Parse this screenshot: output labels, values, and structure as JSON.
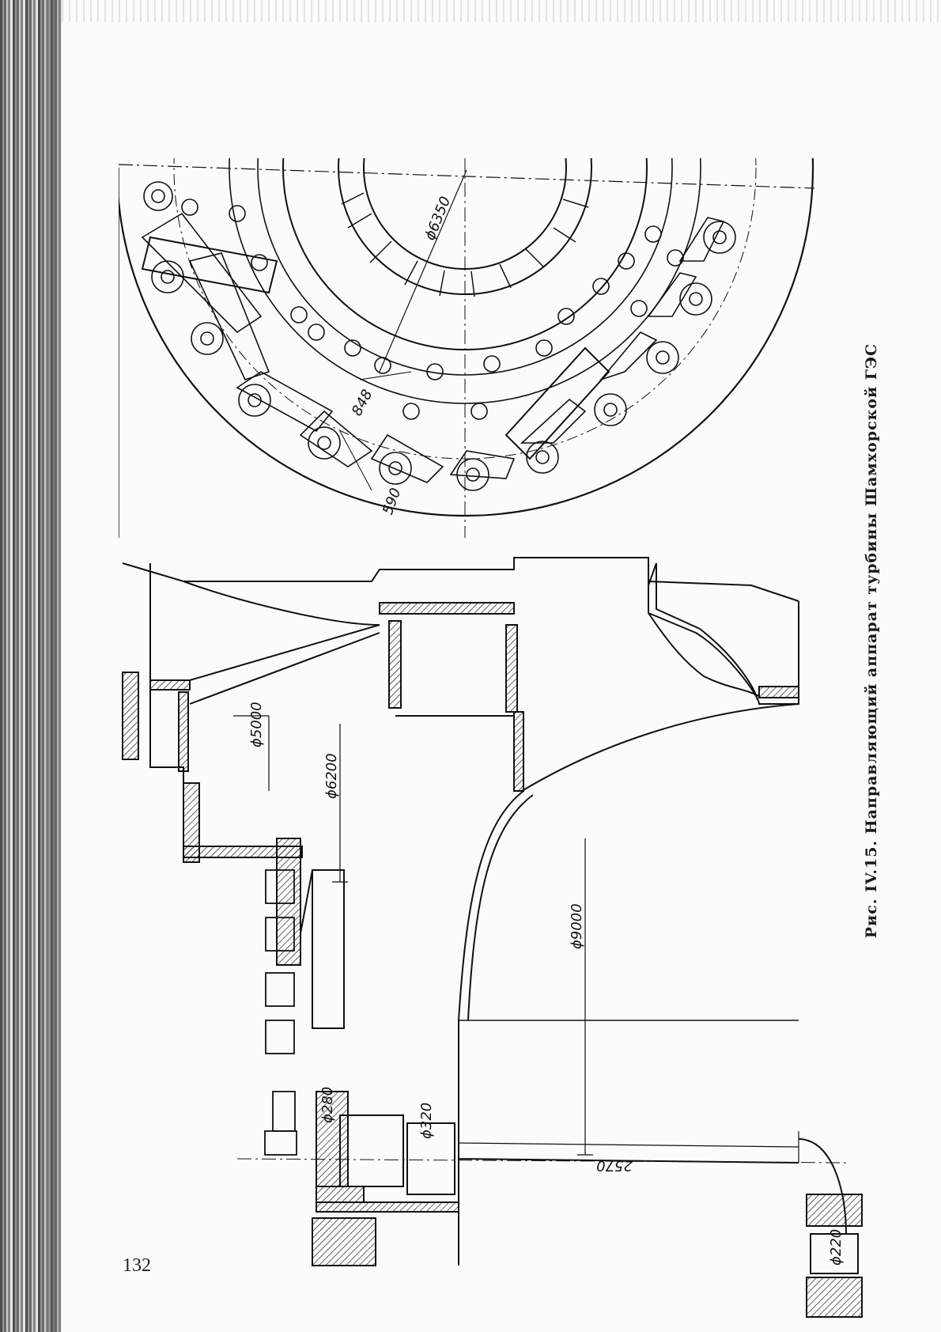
{
  "caption": "Рис. IV.15. Направляющий аппарат турбины Шамхорской ГЭС",
  "page_number": "132",
  "dimensions": {
    "d6350": "ϕ6350",
    "d848": "848",
    "d590": "590",
    "d5000": "ϕ5000",
    "d6200": "ϕ6200",
    "d9000": "ϕ9000",
    "d280": "ϕ280",
    "d320": "ϕ320",
    "d220": "ϕ220",
    "d2570": "2570"
  }
}
